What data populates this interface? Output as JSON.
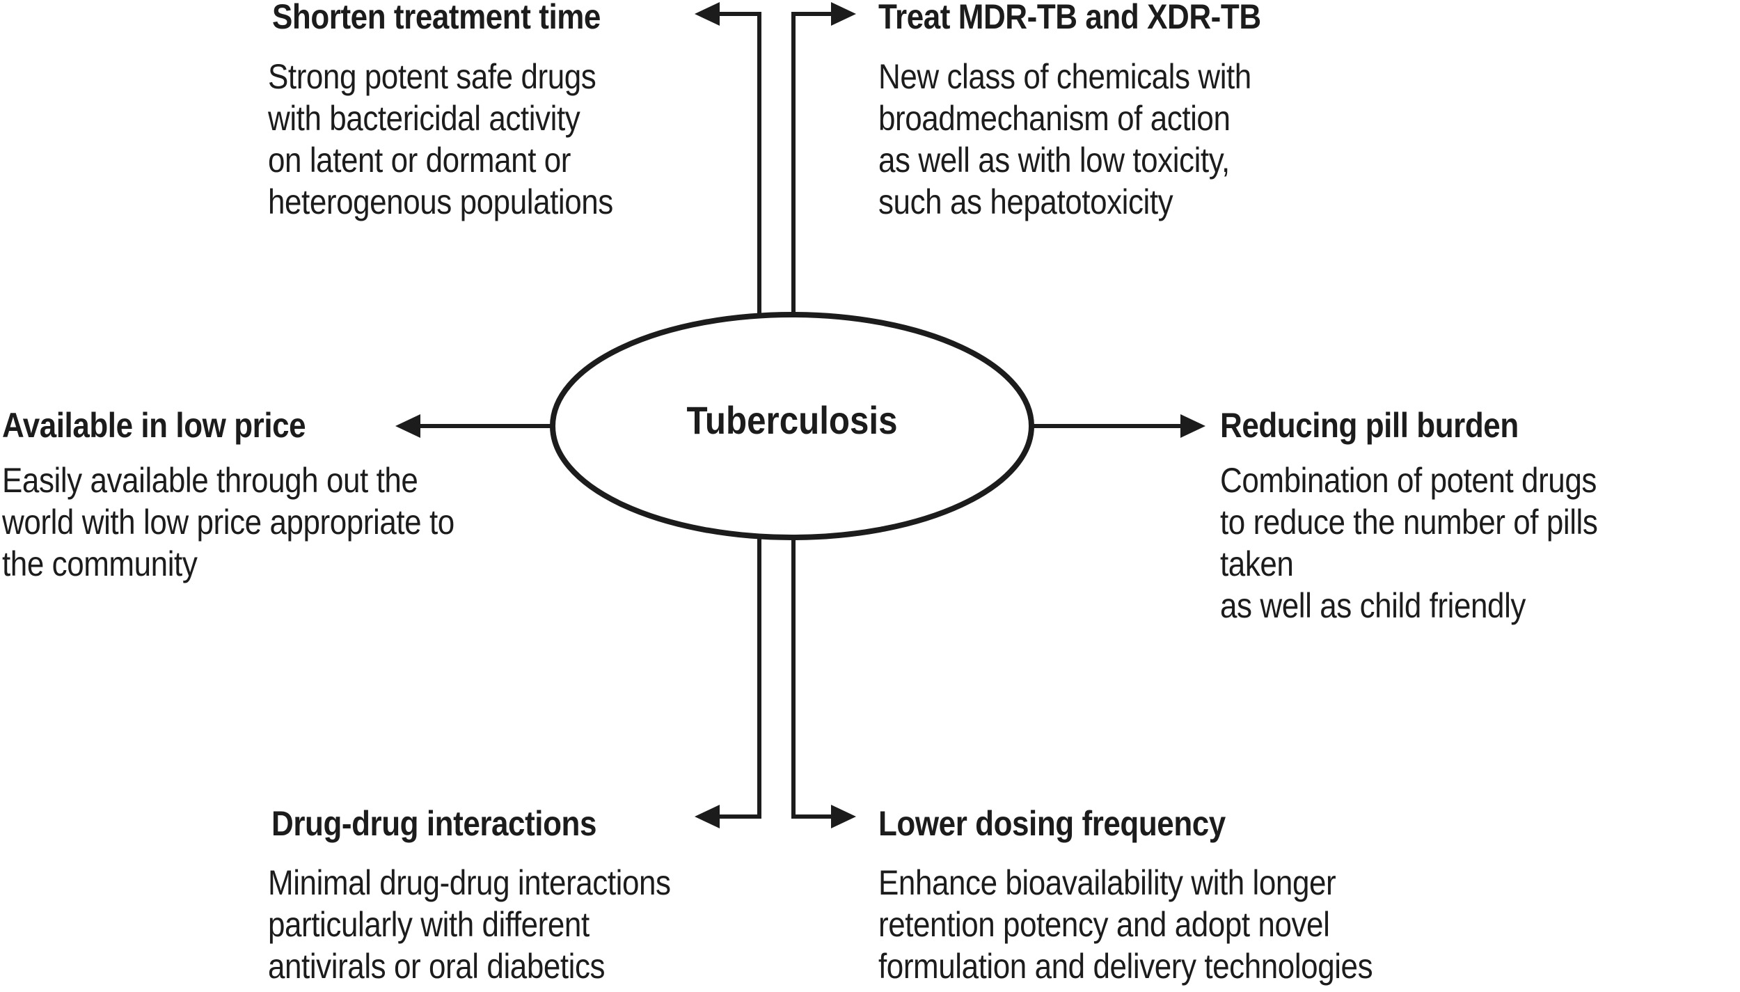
{
  "figure": {
    "center": {
      "label": "Tuberculosis"
    },
    "nodes": [
      {
        "id": "top-left",
        "title": "Shorten treatment time",
        "description": "Strong potent safe drugs\nwith bactericidal activity\non latent or dormant or\nheterogenous populations"
      },
      {
        "id": "top-right",
        "title": "Treat MDR-TB and XDR-TB",
        "description": "New class of chemicals with\nbroadmechanism of action\nas well as with low toxicity,\nsuch as hepatotoxicity"
      },
      {
        "id": "middle-left",
        "title": "Available in low price",
        "description": "Easily available through out the\nworld with low price appropriate to\nthe community"
      },
      {
        "id": "middle-right",
        "title": "Reducing pill burden",
        "description": "Combination of potent drugs\nto reduce the number of pills taken\nas well as child friendly"
      },
      {
        "id": "bottom-left",
        "title": "Drug-drug interactions",
        "description": "Minimal drug-drug interactions\nparticularly with different\nantivirals or oral diabetics"
      },
      {
        "id": "bottom-right",
        "title": "Lower dosing frequency",
        "description": "Enhance bioavailability with longer\nretention potency and adopt novel\nformulation and delivery technologies"
      }
    ],
    "colors": {
      "ink": "#1c1c1c",
      "background": "#ffffff"
    }
  }
}
